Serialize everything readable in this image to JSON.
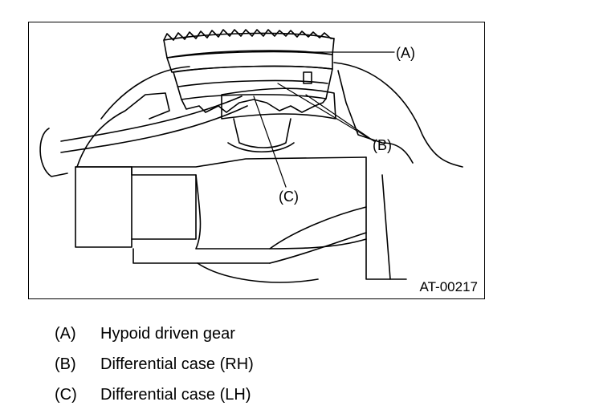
{
  "figure": {
    "code": "AT-00217",
    "callouts": {
      "a": "(A)",
      "b": "(B)",
      "c": "(C)"
    }
  },
  "legend": [
    {
      "key": "(A)",
      "text": "Hypoid driven gear"
    },
    {
      "key": "(B)",
      "text": "Differential case (RH)"
    },
    {
      "key": "(C)",
      "text": "Differential case (LH)"
    }
  ]
}
